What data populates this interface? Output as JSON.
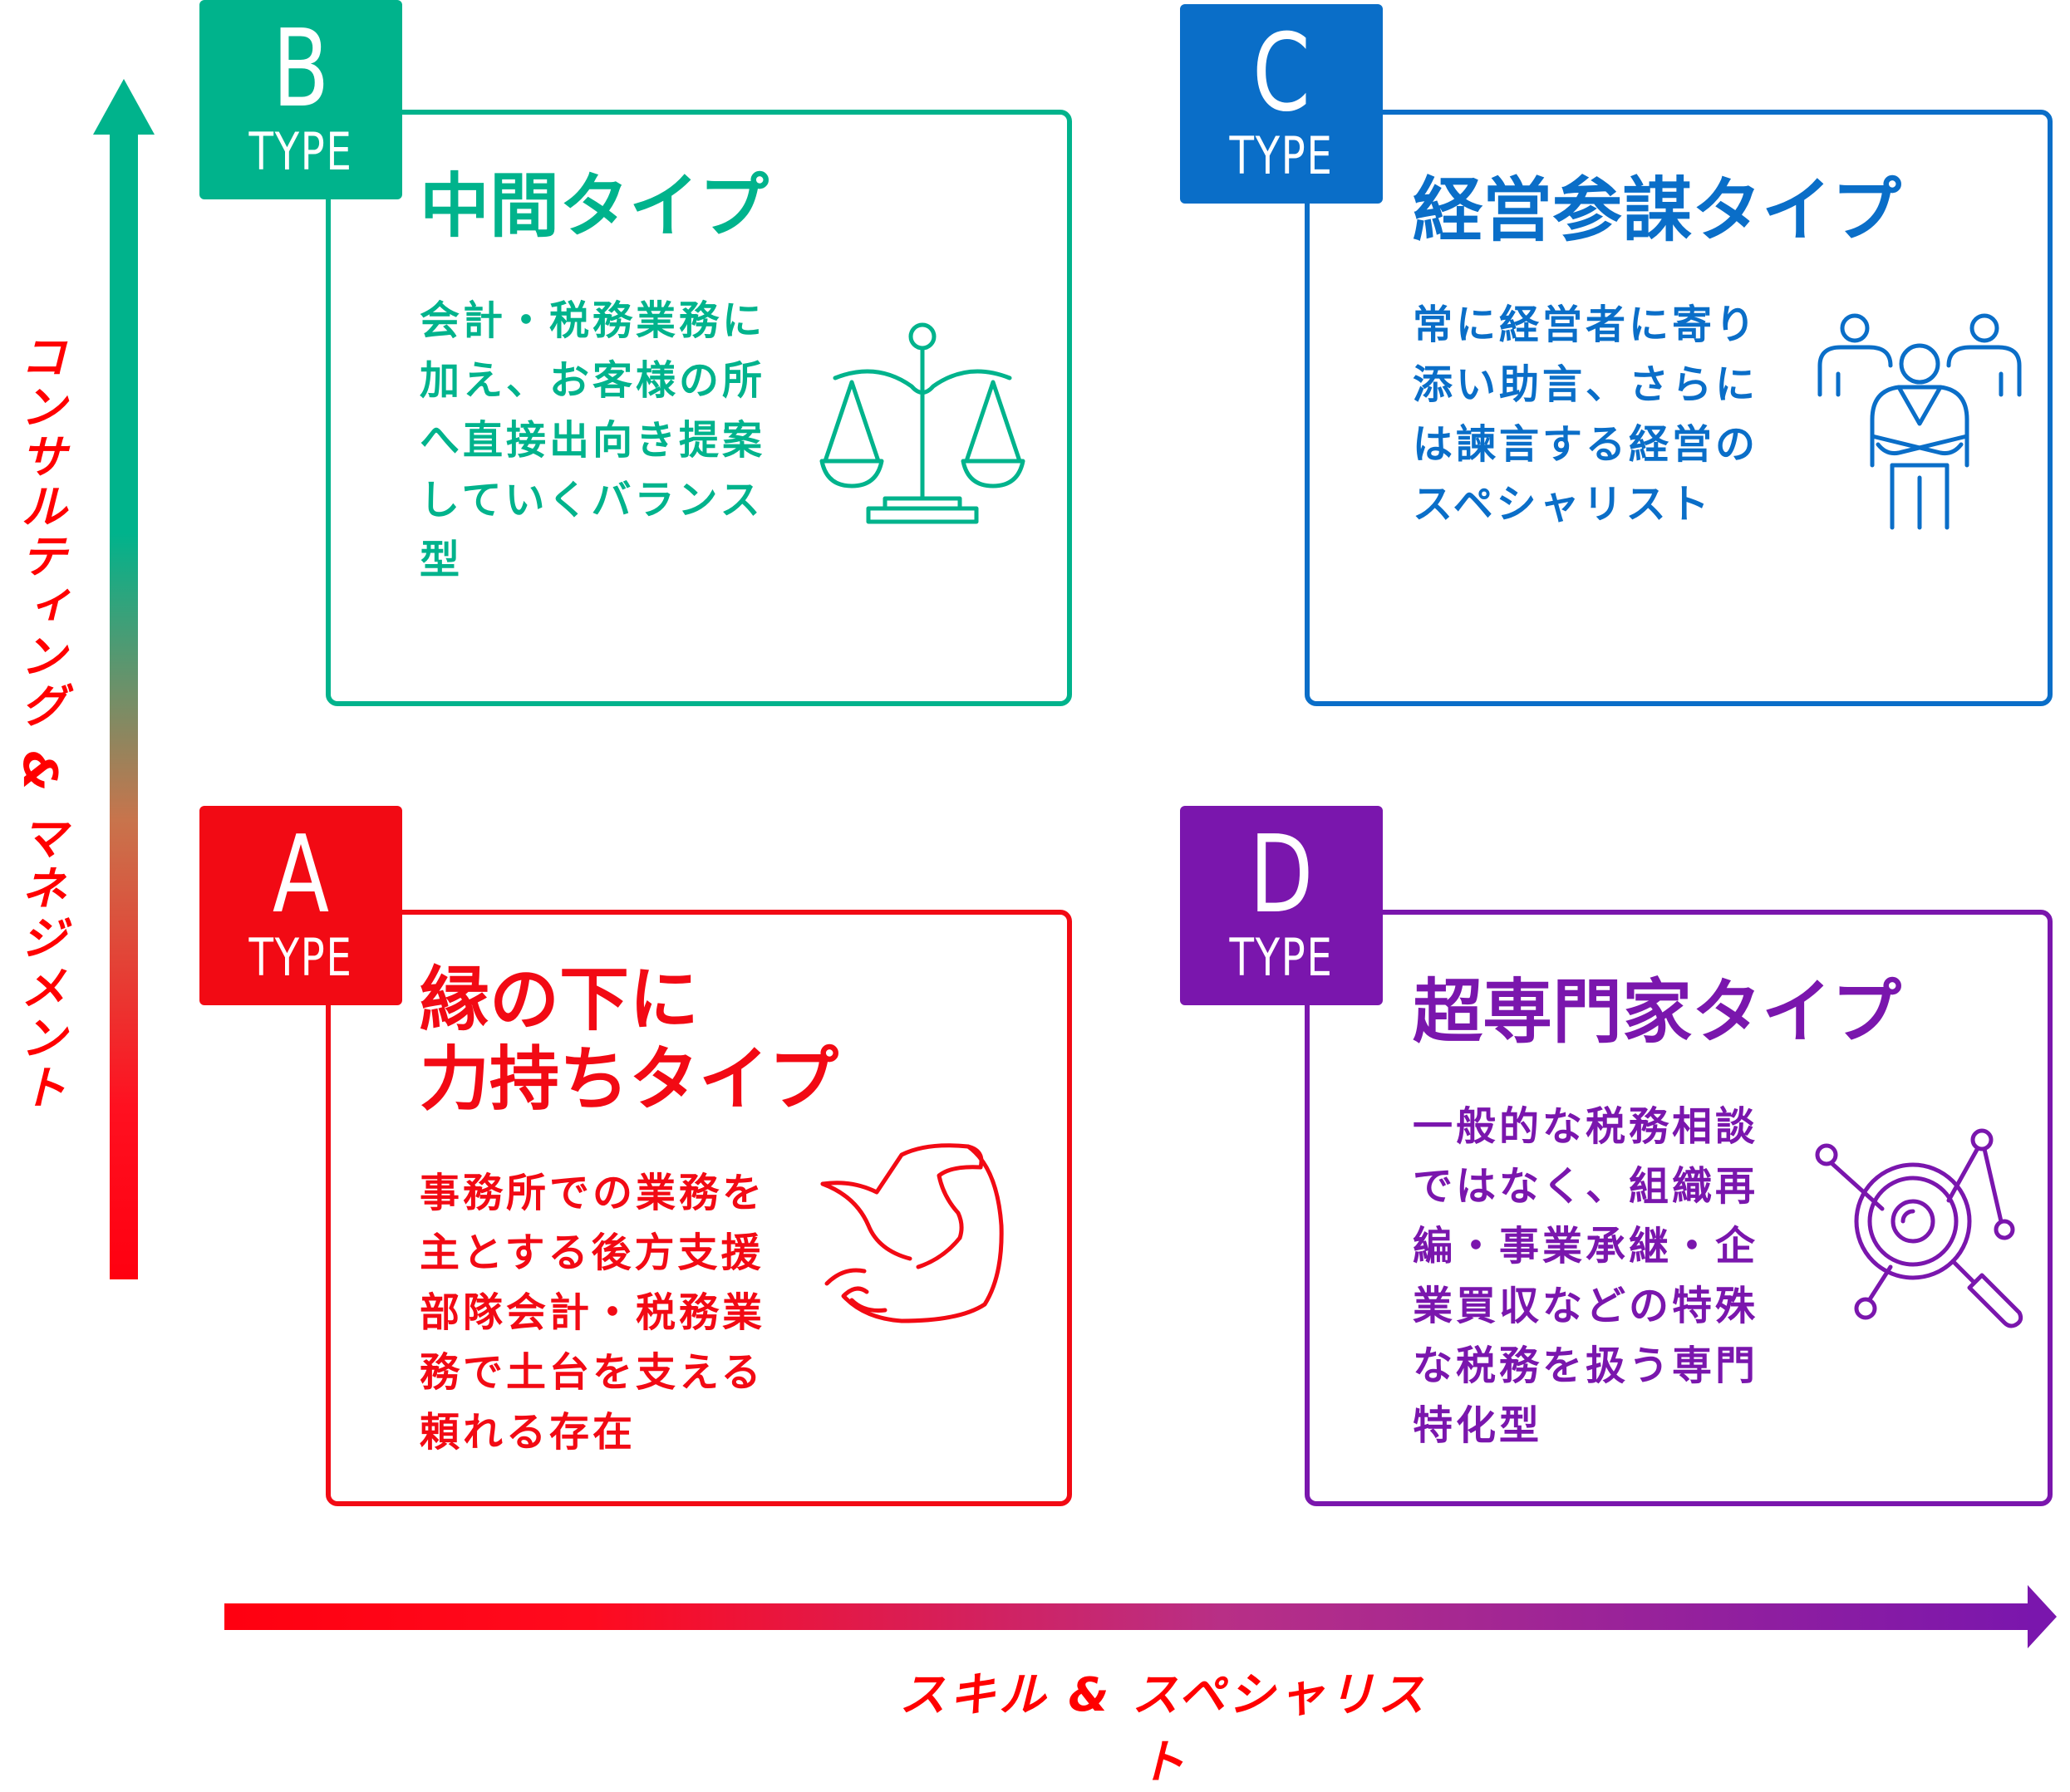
{
  "axes": {
    "vertical_label": "コンサルティング & マネジメント",
    "horizontal_label": "スキル & スペシャリスト"
  },
  "colors": {
    "type_a": "#f20a14",
    "type_b": "#00b38c",
    "type_c": "#0a6ec8",
    "type_d": "#7a16ad"
  },
  "cards": {
    "b": {
      "letter": "B",
      "type": "TYPE",
      "title": "中間タイプ",
      "description": "会計・税務業務に\n加え、お客様の所\nへ直接出向き提案\nしていくバランス\n型",
      "icon": "balance-scale-icon"
    },
    "c": {
      "letter": "C",
      "type": "TYPE",
      "title": "経営参謀タイプ",
      "description": "常に経営者に寄り\n添い助言、さらに\nは諫言する経営の\nスペシャリスト",
      "icon": "advisor-group-icon"
    },
    "a": {
      "letter": "A",
      "type": "TYPE",
      "title": "縁の下に\n力持ちタイプ",
      "description": "事務所での業務を\n主とする後方支援\n部隊会計・税務業\n務で土台を支える\n頼れる存在",
      "icon": "flexed-arm-icon"
    },
    "d": {
      "letter": "D",
      "type": "TYPE",
      "title": "超専門家タイプ",
      "description": "一般的な税務相談\nではなく、組織再\n編・事業承継・企\n業買収などの特殊\nな税務を扱う専門\n特化型",
      "icon": "magnifier-network-icon"
    }
  }
}
